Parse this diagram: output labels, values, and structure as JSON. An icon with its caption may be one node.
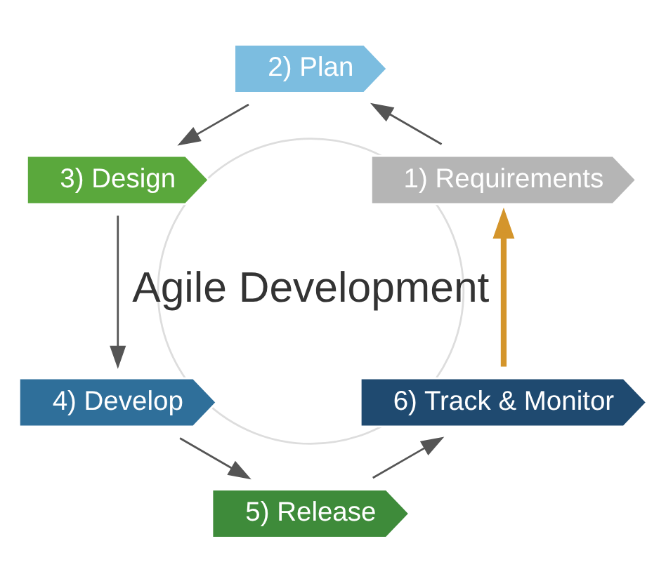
{
  "diagram": {
    "nodes": [
      {
        "text": [
          "Agile Development"
        ]
      },
      {
        "text": [
          "1) Requirements"
        ]
      },
      {
        "text": [
          "2) Plan"
        ]
      },
      {
        "text": [
          "3) Design"
        ]
      },
      {
        "text": [
          "4) Develop"
        ]
      },
      {
        "text": [
          "5) Release"
        ]
      },
      {
        "text": [
          "6) Track & Monitor"
        ]
      }
    ],
    "edges": [
      {
        "from": 1,
        "to": 2,
        "arrow": "to"
      },
      {
        "from": 2,
        "to": 3,
        "arrow": "to"
      },
      {
        "from": 3,
        "to": 4,
        "arrow": "to"
      },
      {
        "from": 4,
        "to": 5,
        "arrow": "to"
      },
      {
        "from": 5,
        "to": 6,
        "arrow": "to"
      },
      {
        "from": 6,
        "to": 1,
        "arrow": "to",
        "color": "#d4952b",
        "style": "thick"
      }
    ]
  }
}
